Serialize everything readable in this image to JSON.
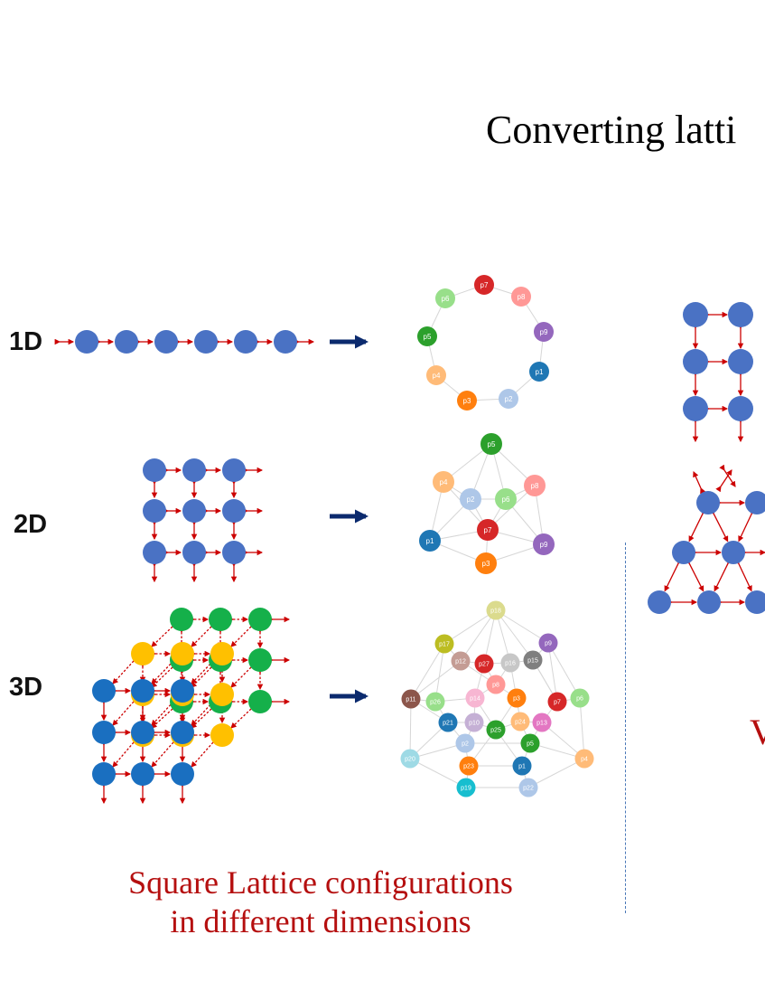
{
  "title": "Converting latti",
  "dimension_labels": [
    "1D",
    "2D",
    "3D"
  ],
  "caption": {
    "line1": "Square Lattice configurations",
    "line2": "in different dimensions"
  },
  "side_caption_letter": "V",
  "colors": {
    "lattice_node": "#4a72c4",
    "lattice_node_dark": "#1a6fc0",
    "lattice_3d_middle": "#ffc000",
    "lattice_3d_back": "#15b04a",
    "link_arrow": "#cc0000",
    "transform_arrow": "#0b2a6e",
    "graph_edge": "#d6d6d6",
    "caption": "#b50f0f"
  },
  "graphs": {
    "ring_1d": [
      {
        "label": "p7",
        "color": "#d62728"
      },
      {
        "label": "p8",
        "color": "#ff9896"
      },
      {
        "label": "p9",
        "color": "#9467bd"
      },
      {
        "label": "p1",
        "color": "#1f77b4"
      },
      {
        "label": "p2",
        "color": "#aec7e8"
      },
      {
        "label": "p3",
        "color": "#ff7f0e"
      },
      {
        "label": "p4",
        "color": "#ffbb78"
      },
      {
        "label": "p5",
        "color": "#2ca02c"
      },
      {
        "label": "p6",
        "color": "#98df8a"
      }
    ],
    "graph_2d": [
      {
        "label": "p5",
        "color": "#2ca02c"
      },
      {
        "label": "p4",
        "color": "#ffbb78"
      },
      {
        "label": "p8",
        "color": "#ff9896"
      },
      {
        "label": "p2",
        "color": "#aec7e8"
      },
      {
        "label": "p6",
        "color": "#98df8a"
      },
      {
        "label": "p7",
        "color": "#d62728"
      },
      {
        "label": "p1",
        "color": "#1f77b4"
      },
      {
        "label": "p9",
        "color": "#9467bd"
      },
      {
        "label": "p3",
        "color": "#ff7f0e"
      }
    ],
    "graph_3d": [
      {
        "label": "p18",
        "color": "#dbdb8d"
      },
      {
        "label": "p17",
        "color": "#bcbd22"
      },
      {
        "label": "p9",
        "color": "#9467bd"
      },
      {
        "label": "p12",
        "color": "#c49c94"
      },
      {
        "label": "p27",
        "color": "#d62728"
      },
      {
        "label": "p16",
        "color": "#c7c7c7"
      },
      {
        "label": "p15",
        "color": "#7f7f7f"
      },
      {
        "label": "p8",
        "color": "#ff9896"
      },
      {
        "label": "p11",
        "color": "#8c564b"
      },
      {
        "label": "p26",
        "color": "#98df8a"
      },
      {
        "label": "p14",
        "color": "#f7b6d2"
      },
      {
        "label": "p3",
        "color": "#ff7f0e"
      },
      {
        "label": "p7",
        "color": "#d62728"
      },
      {
        "label": "p6",
        "color": "#98df8a"
      },
      {
        "label": "p21",
        "color": "#1f77b4"
      },
      {
        "label": "p10",
        "color": "#c5b0d5"
      },
      {
        "label": "p25",
        "color": "#2ca02c"
      },
      {
        "label": "p24",
        "color": "#ffbb78"
      },
      {
        "label": "p13",
        "color": "#e377c2"
      },
      {
        "label": "p2",
        "color": "#aec7e8"
      },
      {
        "label": "p5",
        "color": "#2ca02c"
      },
      {
        "label": "p20",
        "color": "#9edae5"
      },
      {
        "label": "p23",
        "color": "#ff7f0e"
      },
      {
        "label": "p1",
        "color": "#1f77b4"
      },
      {
        "label": "p4",
        "color": "#ffbb78"
      },
      {
        "label": "p19",
        "color": "#17becf"
      },
      {
        "label": "p22",
        "color": "#aec7e8"
      }
    ]
  }
}
